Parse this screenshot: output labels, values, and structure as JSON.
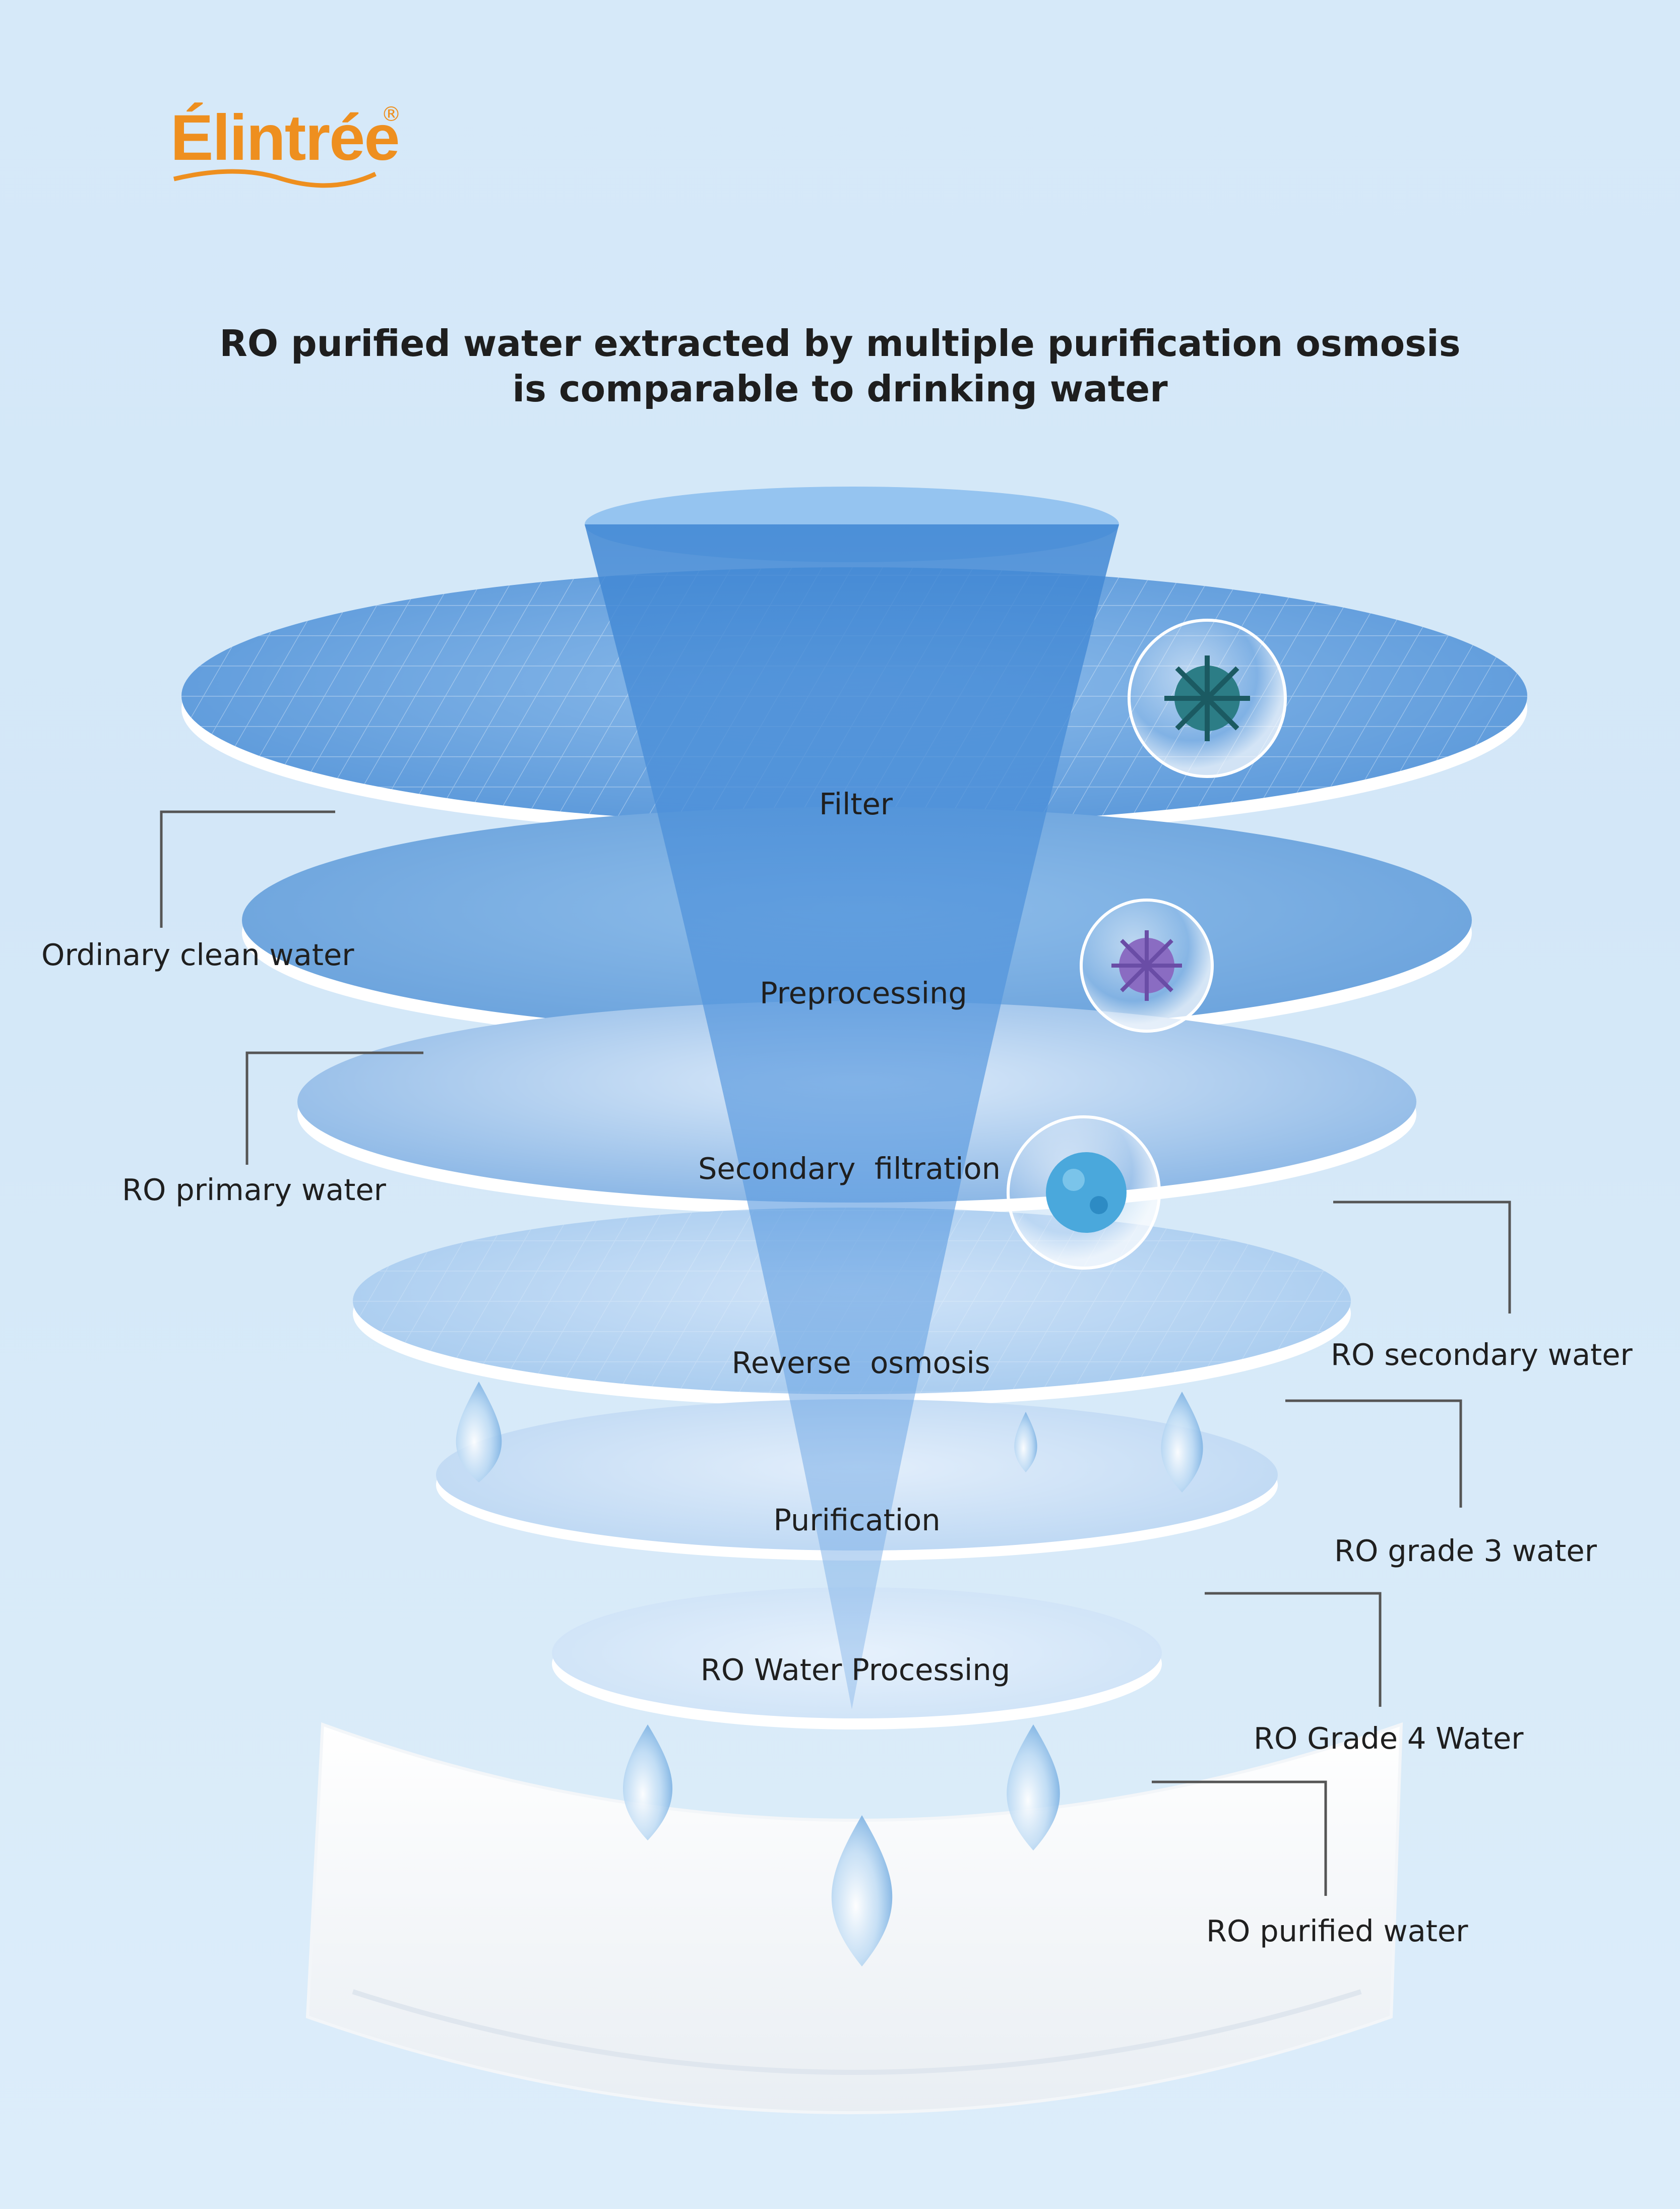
{
  "brand": {
    "name": "Élintrée",
    "registered_mark": "®",
    "color": "#ee8f1f"
  },
  "headline": {
    "line1": "RO purified water extracted by multiple purification osmosis",
    "line2": "is comparable to drinking water"
  },
  "stages": [
    {
      "label": "Filter"
    },
    {
      "label": "Preprocessing"
    },
    {
      "label": "Secondary  filtration"
    },
    {
      "label": "Reverse  osmosis"
    },
    {
      "label": "Purification"
    },
    {
      "label": "RO Water Processing"
    }
  ],
  "outputs": [
    {
      "label": "Ordinary clean water"
    },
    {
      "label": "RO primary water"
    },
    {
      "label": "RO secondary water"
    },
    {
      "label": "RO grade 3 water"
    },
    {
      "label": "RO Grade 4 Water"
    },
    {
      "label": "RO purified water"
    }
  ],
  "colors": {
    "background": "#d6e9f9",
    "filter_layer": "#6ea6e0",
    "funnel": "#4a8fd8",
    "text": "#1f1f1f",
    "connector_lines": "#555555"
  }
}
